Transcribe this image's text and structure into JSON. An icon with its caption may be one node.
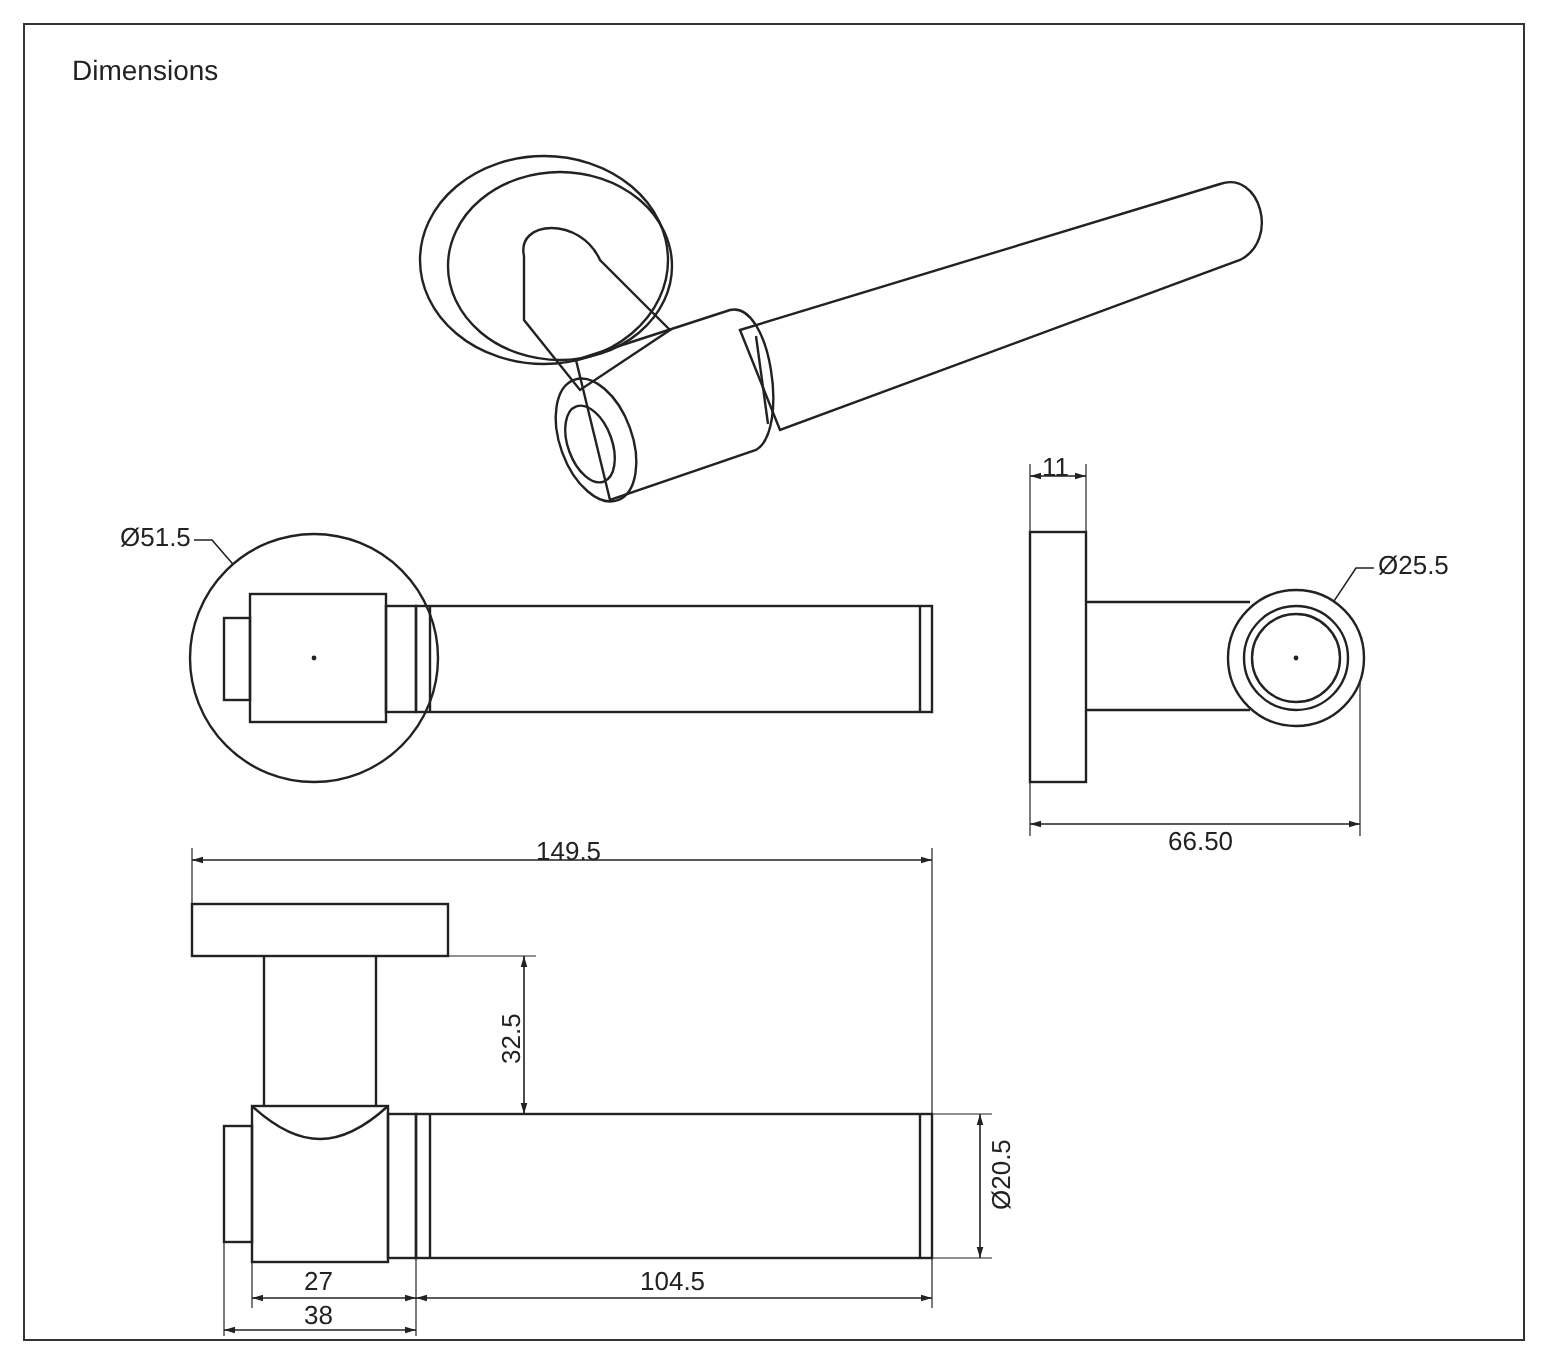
{
  "diagram": {
    "title": "Dimensions",
    "nodes": [
      {
        "text": [
          "Ø51.5"
        ]
      },
      {
        "text": [],
        "shape": "circle"
      },
      {
        "text": [
          "Ø25.5"
        ]
      },
      {
        "text": [],
        "shape": "circle"
      }
    ],
    "edges": [
      {
        "from": 0,
        "to": 1,
        "arrow": "none"
      },
      {
        "from": 2,
        "to": 3,
        "arrow": "none"
      }
    ],
    "labels": [
      "11",
      "66.50",
      "149.5",
      "32.5",
      "Ø20.5",
      "27",
      "104.5",
      "38"
    ]
  }
}
